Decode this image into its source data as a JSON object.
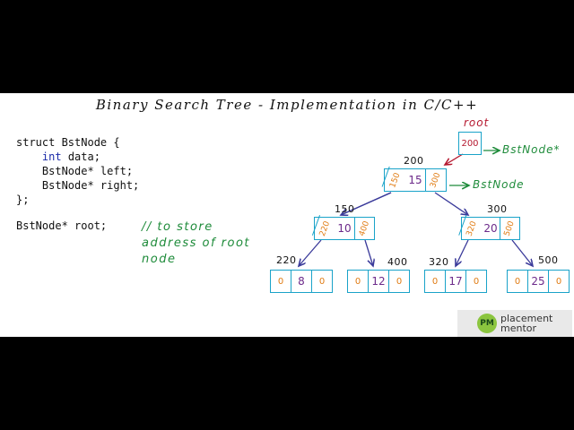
{
  "title": "Binary Search Tree - Implementation in C/C++",
  "code": {
    "line1": "struct BstNode {",
    "line2_kw": "int",
    "line2_rest": " data;",
    "line3": "BstNode* left;",
    "line4": "BstNode* right;",
    "line5": "};",
    "decl": "BstNode* root;"
  },
  "comment": {
    "line1": "// to store",
    "line2": "address of root",
    "line3": "node"
  },
  "root": {
    "label": "root",
    "value": "200",
    "type_label": "BstNode*"
  },
  "node_type_label": "BstNode",
  "nodes": [
    {
      "address": "200",
      "left": "150",
      "data": "15",
      "right": "300"
    },
    {
      "address": "150",
      "left": "220",
      "data": "10",
      "right": "400"
    },
    {
      "address": "300",
      "left": "320",
      "data": "20",
      "right": "500"
    },
    {
      "address": "220",
      "left": "0",
      "data": "8",
      "right": "0"
    },
    {
      "address": "400",
      "left": "0",
      "data": "12",
      "right": "0"
    },
    {
      "address": "320",
      "left": "0",
      "data": "17",
      "right": "0"
    },
    {
      "address": "500",
      "left": "0",
      "data": "25",
      "right": "0"
    }
  ],
  "logo": {
    "badge": "PM",
    "line1": "placement",
    "line2": "mentor"
  },
  "colors": {
    "pointer": "#1aa3c9",
    "address": "#e07b12",
    "data": "#6c2a8a",
    "root": "#b5172e",
    "annotation": "#1e8b3a",
    "arrow": "#3a3a9a"
  }
}
